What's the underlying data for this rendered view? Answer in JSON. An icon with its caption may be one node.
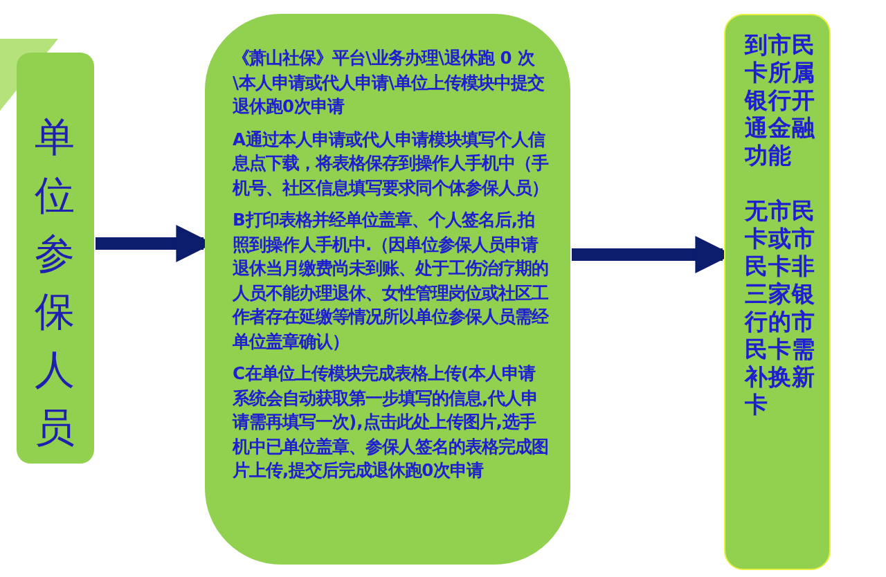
{
  "diagram": {
    "nodes": [
      {
        "text": [
          "单位参保人员"
        ]
      },
      {
        "text": [
          "《萧山社保》平台\\业务办理\\退休跑 0 次\\本人申请或代人申请\\单位上传模块中提交退休跑0次申请",
          "**A**通过本人申请或代人申请模块填写个人信息点下载，将表格保存到操作人手机中（手机号、社区信息填写要求同个体参保人员）",
          "**B**打印表格并经单位盖章、个人签名后,拍照到操作人手机中.（因单位参保人员申请退休当月缴费尚未到账、处于工伤治疗期的人员不能办理退休、女性管理岗位或社区工作者存在延缴等情况所以单位参保人员需经单位盖章确认）",
          "**C**在单位上传模块完成表格上传(本人申请系统会自动获取第一步填写的信息,代人申请需再填写一次),点击此处上传图片,选手机中已单位盖章、参保人签名的表格完成图片上传,提交后完成退休跑0次申请"
        ]
      },
      {
        "text": [
          "到市民卡所属银行开通金融功能",
          "无市民卡或市民卡非三家银行的市民卡需补换新卡"
        ]
      }
    ],
    "edges": [
      {
        "from": 0,
        "to": 1,
        "arrow": "to"
      },
      {
        "from": 1,
        "to": 2,
        "arrow": "to"
      }
    ]
  }
}
